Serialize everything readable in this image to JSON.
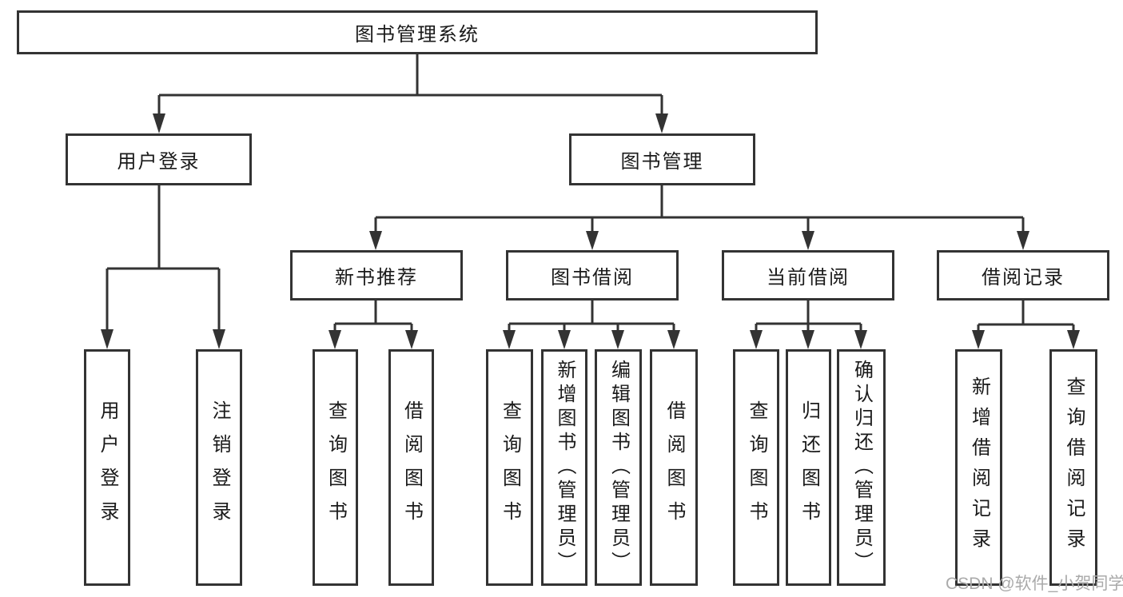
{
  "diagram": {
    "title": "图书管理系统",
    "modules": [
      {
        "label": "用户登录",
        "features": [
          "用户登录",
          "注销登录"
        ]
      },
      {
        "label": "图书管理",
        "submodules": [
          {
            "label": "新书推荐",
            "features": [
              "查询图书",
              "借阅图书"
            ]
          },
          {
            "label": "图书借阅",
            "features": [
              "查询图书",
              "新增图书（管理员）",
              "编辑图书（管理员）",
              "借阅图书"
            ]
          },
          {
            "label": "当前借阅",
            "features": [
              "查询图书",
              "归还图书",
              "确认归还（管理员）"
            ]
          },
          {
            "label": "借阅记录",
            "features": [
              "新增借阅记录",
              "查询借阅记录"
            ]
          }
        ]
      }
    ]
  },
  "watermark": {
    "text": "CSDN @软件_小贺同学"
  },
  "colors": {
    "line": "#333333",
    "box_border": "#333333",
    "text": "#1a1a1a",
    "watermark": "#aaaaaa",
    "background": "#ffffff"
  }
}
